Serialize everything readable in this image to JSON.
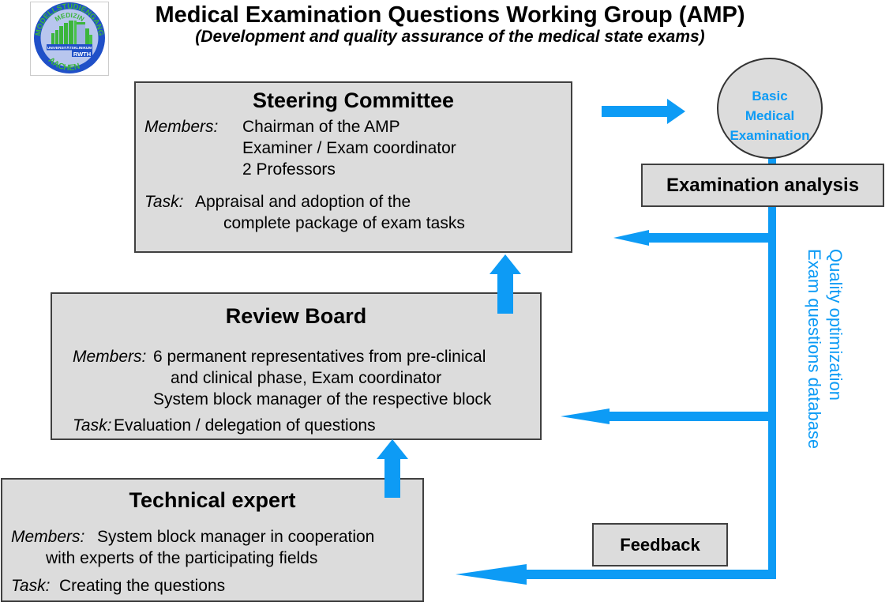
{
  "header": {
    "title": "Medical Examination Questions Working Group (AMP)",
    "subtitle": "(Development and quality assurance of the medical state exams)"
  },
  "logo": {
    "ring_text_top": "MODELLSTUDIENGANG",
    "ring_text_mid": "MEDIZIN",
    "banner_text": "UNIVERSITÄTSKLINIKUM",
    "banner_brand": "RWTH",
    "ring_text_bottom": "AACHEN"
  },
  "boxes": {
    "steering": {
      "title": "Steering Committee",
      "members_label": "Members:",
      "members_lines": [
        "Chairman of the AMP",
        "Examiner / Exam coordinator",
        "2 Professors"
      ],
      "task_label": "Task:",
      "task_lines": [
        "Appraisal and adoption of the",
        "complete package of exam tasks"
      ]
    },
    "review": {
      "title": "Review Board",
      "members_label": "Members:",
      "members_lines": [
        "6 permanent representatives from pre-clinical",
        "and clinical phase, Exam coordinator",
        "System block manager of the respective block"
      ],
      "task_label": "Task:",
      "task_lines": [
        "Evaluation / delegation of questions"
      ]
    },
    "technical": {
      "title": "Technical expert",
      "members_label": "Members:",
      "members_lines": [
        "System block manager in cooperation",
        "with experts of the participating fields"
      ],
      "task_label": "Task:",
      "task_lines": [
        "Creating the questions"
      ]
    }
  },
  "flow": {
    "basic_exam_circle": {
      "line1": "Basic",
      "line2": "Medical",
      "line3": "Examination"
    },
    "examination_analysis": "Examination analysis",
    "feedback": "Feedback",
    "side_caption": {
      "line1": "Quality optimization",
      "line2": "Exam questions database"
    }
  },
  "colors": {
    "arrow_blue": "#0D9BF5",
    "box_fill": "#DCDCDC",
    "box_border": "#404040",
    "logo_ring_blue": "#2050C8",
    "logo_inner_blue": "#B8C6EE",
    "logo_green": "#3CB53C"
  }
}
